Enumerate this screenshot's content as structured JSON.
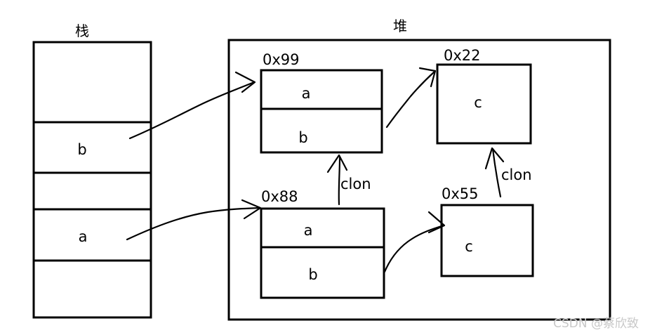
{
  "stack": {
    "title": "栈",
    "slot_b": "b",
    "slot_a": "a"
  },
  "heap": {
    "title": "堆",
    "objects": {
      "obj_0x99": {
        "address": "0x99",
        "field_a": "a",
        "field_b": "b"
      },
      "obj_0x22": {
        "address": "0x22",
        "field_c": "c"
      },
      "obj_0x88": {
        "address": "0x88",
        "field_a": "a",
        "field_b": "b"
      },
      "obj_0x55": {
        "address": "0x55",
        "field_c": "c"
      }
    },
    "clone_label_left": "clon",
    "clone_label_right": "clon"
  },
  "watermark": "CSDN @蔡欣致",
  "colors": {
    "stroke": "#000000",
    "background": "#ffffff",
    "watermark": "#c8c8c8"
  }
}
